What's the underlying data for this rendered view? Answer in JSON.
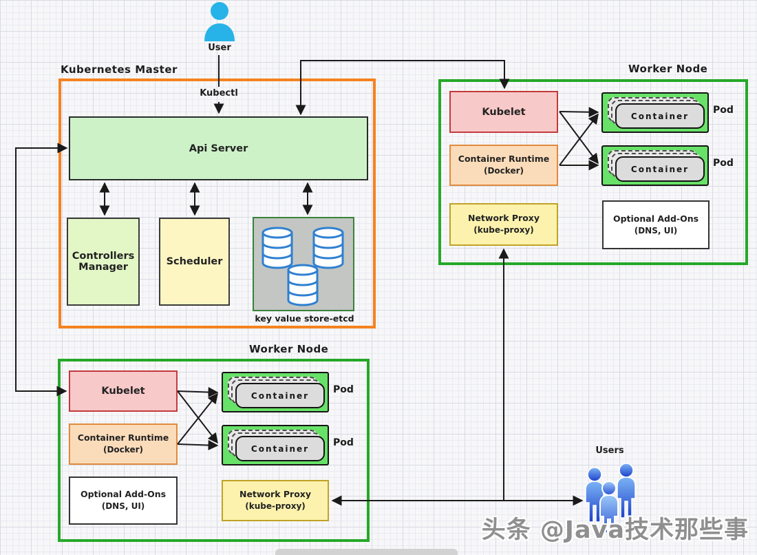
{
  "user_label": "User",
  "kubectl_label": "Kubectl",
  "users_label": "Users",
  "master": {
    "title": "Kubernetes Master",
    "api_server": "Api Server",
    "controllers_line1": "Controllers",
    "controllers_line2": "Manager",
    "scheduler": "Scheduler",
    "etcd_caption": "key value store-etcd"
  },
  "worker": {
    "title": "Worker Node",
    "kubelet": "Kubelet",
    "runtime_line1": "Container Runtime",
    "runtime_line2": "(Docker)",
    "proxy_line1": "Network Proxy",
    "proxy_line2": "(kube-proxy)",
    "addons_line1": "Optional Add-Ons",
    "addons_line2": "(DNS, UI)",
    "pod_label": "Pod",
    "container_label": "Container"
  },
  "watermark": "头条 @Java技术那些事",
  "colors": {
    "master-border": "#f5821f",
    "worker-border": "#25a829",
    "api-fill": "#cdf2c8",
    "controllers-fill": "#e3f7c6",
    "scheduler-fill": "#fdf6c3",
    "etcd-fill": "#c3c6c2",
    "etcd-border": "#37823b",
    "kubelet-fill": "#f8c9c9",
    "kubelet-border": "#c4393b",
    "runtime-fill": "#fbdcba",
    "runtime-border": "#e08a3c",
    "proxy-fill": "#fcf2ad",
    "proxy-border": "#bfa226",
    "pod-fill": "#68e168",
    "container-fill": "#dcdcdc",
    "wire": "#1a1a1a",
    "user-icon": "#27b3e8",
    "db-stroke": "#2f80d0",
    "watermark": "#8f8f8f"
  }
}
